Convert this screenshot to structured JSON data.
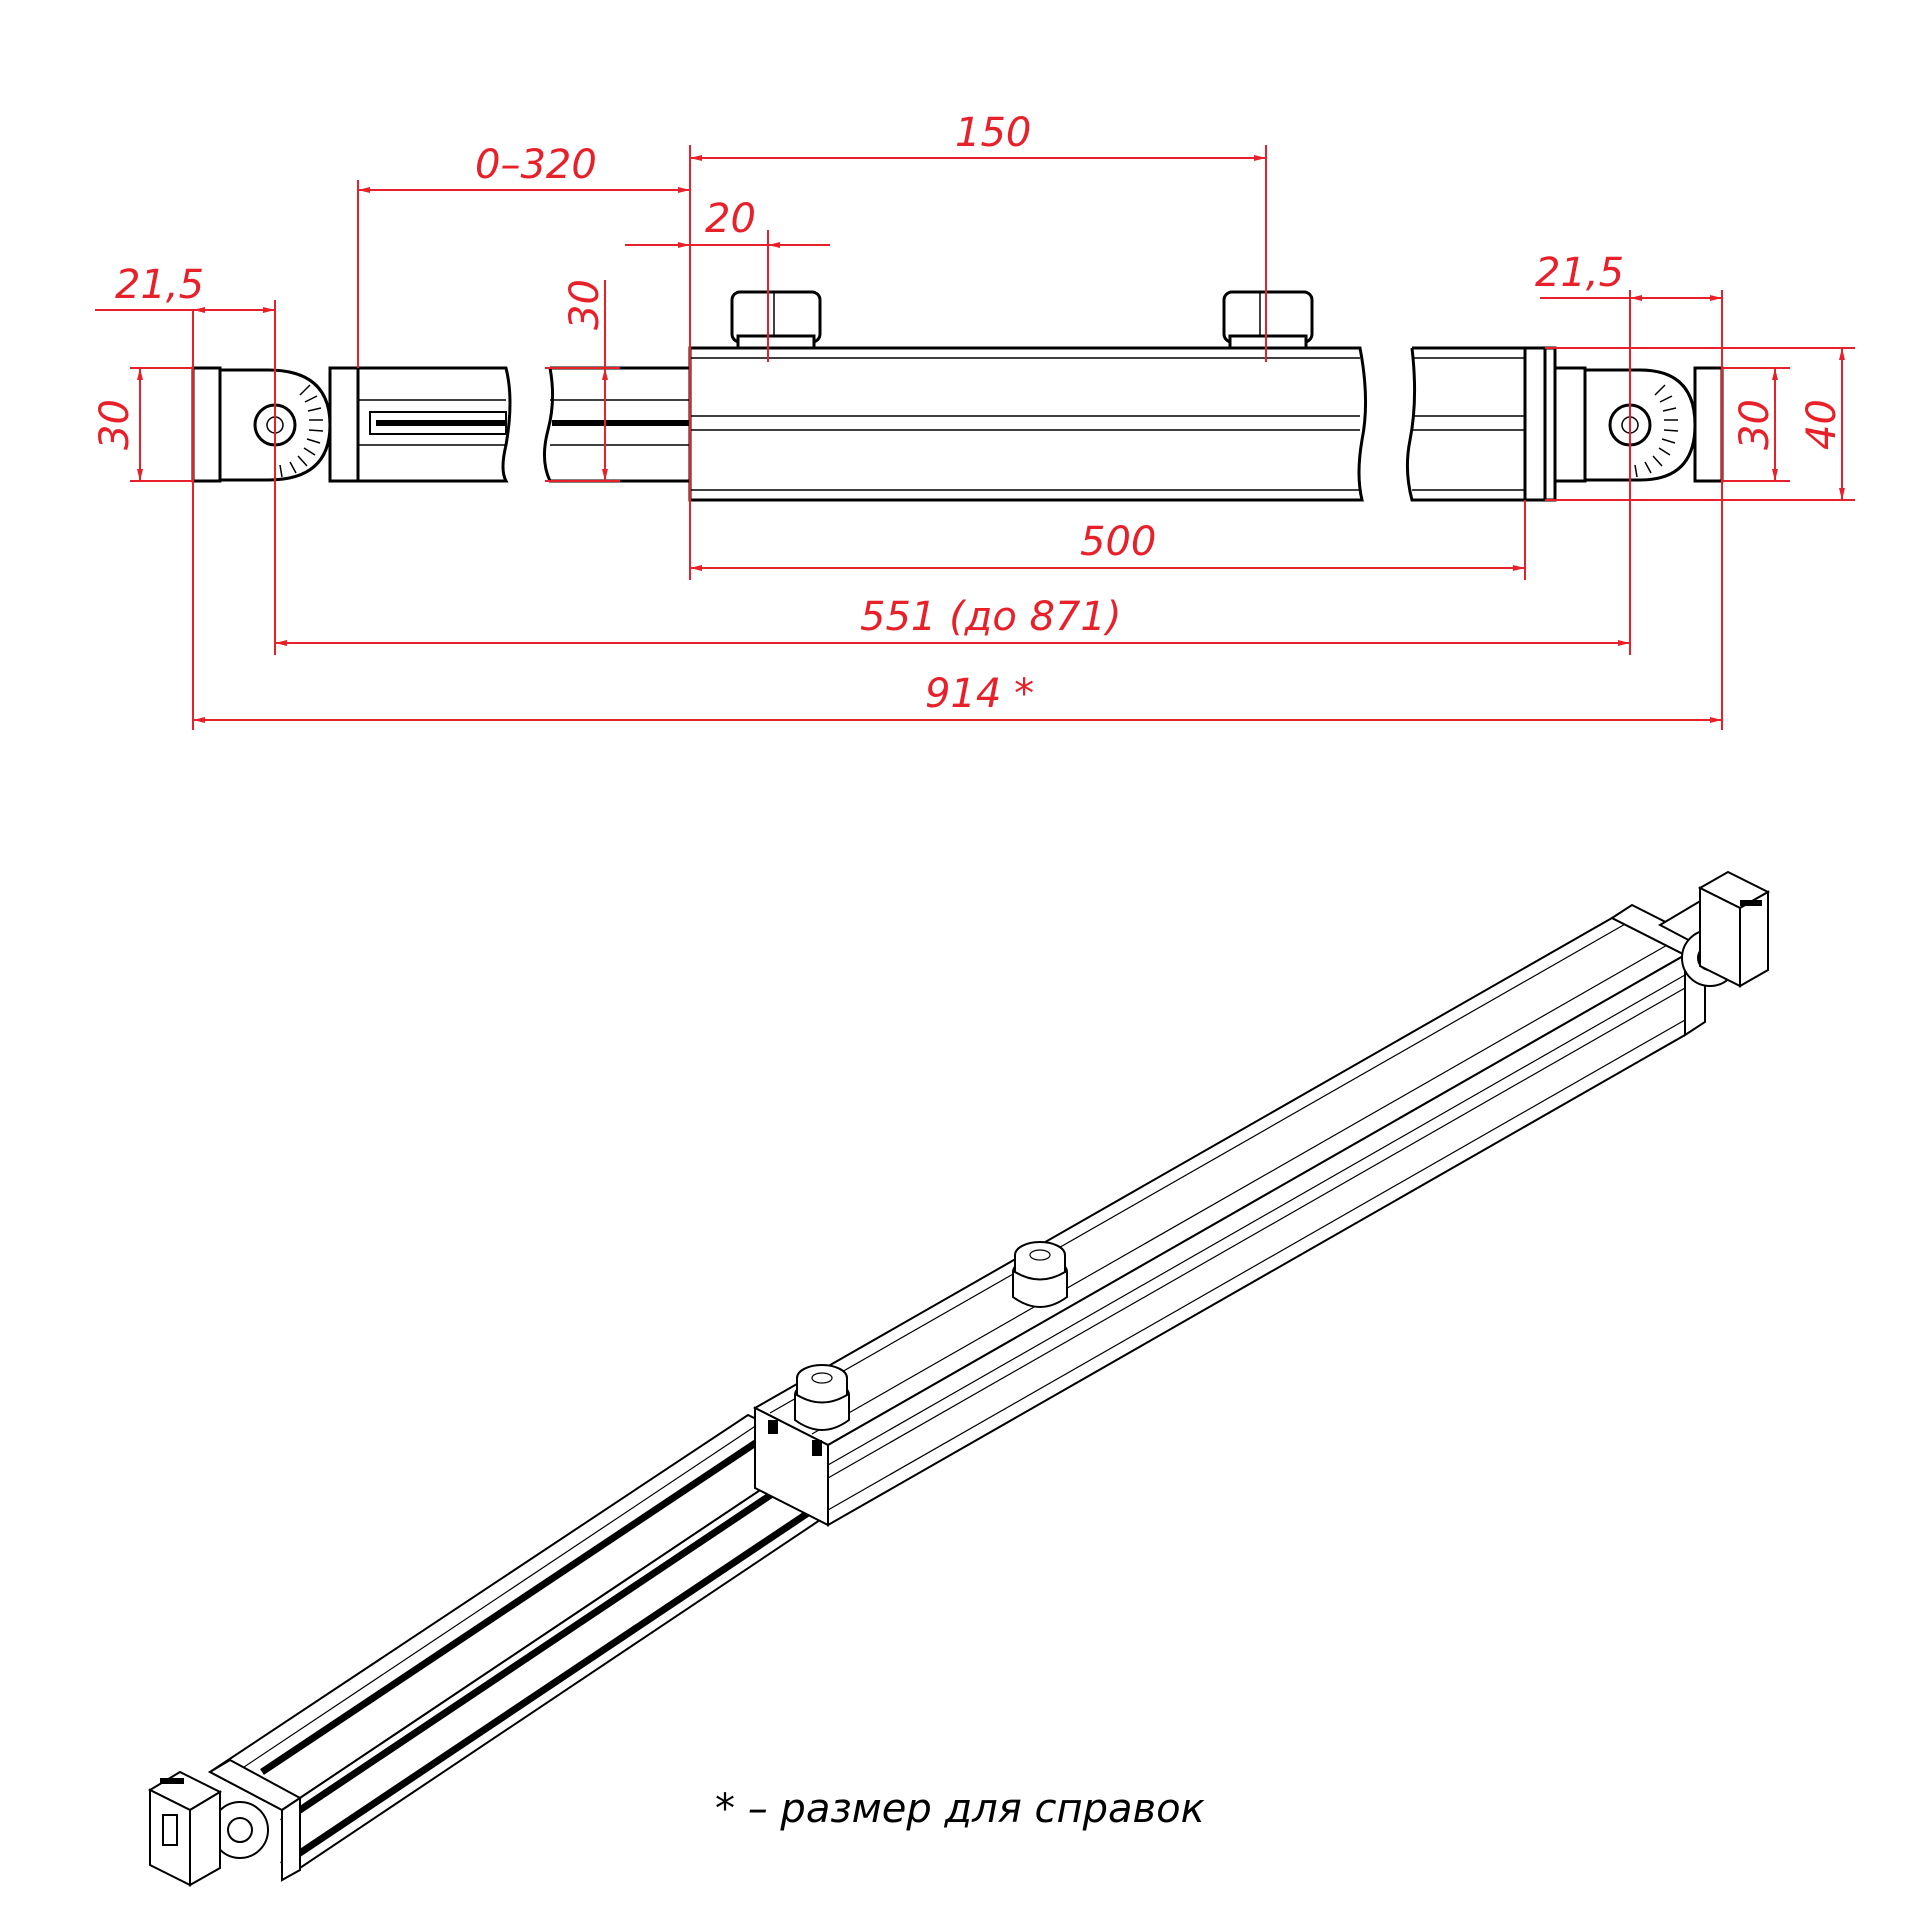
{
  "dimensions": {
    "offset_left": "21,5",
    "stroke_range": "0–320",
    "knob_spacing": "150",
    "knob_offset": "20",
    "inner_profile_height": "30",
    "left_end_height": "30",
    "right_end_offset": "21,5",
    "right_end_height": "30",
    "right_end_total_height": "40",
    "outer_tube_length": "500",
    "joint_to_joint_length": "551 (до 871)",
    "overall_length": "914 *"
  },
  "note": "* – размер для справок"
}
